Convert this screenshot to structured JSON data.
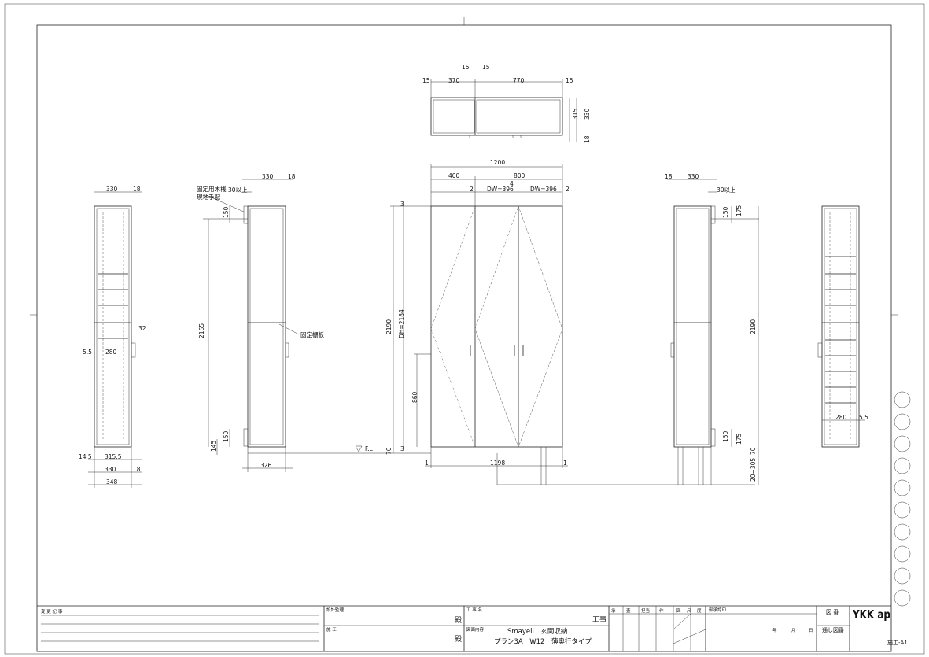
{
  "top_plan": {
    "dims": [
      "15",
      "15",
      "15",
      "370",
      "770",
      "15",
      "315",
      "330",
      "18"
    ]
  },
  "front": {
    "dims": [
      "1200",
      "400",
      "800",
      "2",
      "4",
      "DW=396",
      "DW=396",
      "2",
      "2190",
      "DH=2184",
      "860",
      "3",
      "3",
      "70",
      "1",
      "1198",
      "1"
    ],
    "floor_label": "F.L"
  },
  "left_side": {
    "dims": [
      "330",
      "18",
      "32",
      "5.5",
      "280",
      "14.5",
      "315.5",
      "330",
      "18",
      "348"
    ]
  },
  "left_section": {
    "dims": [
      "330",
      "18",
      "30以上",
      "150",
      "2165",
      "150",
      "145",
      "326"
    ],
    "note_wood_1": "固定用木桟",
    "note_wood_2": "現地手配",
    "note_shelf": "固定棚板"
  },
  "right_section": {
    "dims": [
      "18",
      "330",
      "30以上",
      "150",
      "175",
      "2190",
      "150",
      "175",
      "70",
      "20~305"
    ]
  },
  "right_side": {
    "dims": [
      "280",
      "5.5"
    ]
  },
  "titleblock": {
    "change_record": "変 更 記 事",
    "design_mgmt": "設計監理",
    "honorific_1": "殿",
    "construction": "施 工",
    "honorific_2": "殿",
    "project_name_label": "工 事 名",
    "koji": "工事",
    "drawing_content_label": "図面内容",
    "content_line1": "Smayell　玄関収納",
    "content_line2": "プラン3A　W12　薄奥行タイプ",
    "approval_cols": [
      "承",
      "査",
      "担当",
      "作",
      "図",
      "尺",
      "度"
    ],
    "approval_date_label": "御承認印",
    "date_year": "年",
    "date_month": "月",
    "date_day": "日",
    "drawing_no_label": "図 番",
    "serial_label": "通し図番",
    "logo": "YKK ap",
    "code": "施工-A1"
  }
}
